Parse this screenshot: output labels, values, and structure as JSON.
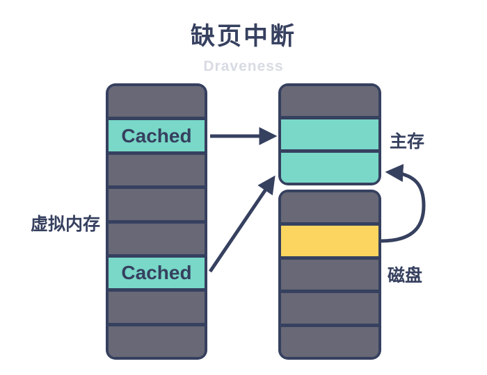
{
  "title": "缺页中断",
  "watermark": "Draveness",
  "cached_label": "Cached",
  "labels": {
    "virtual_memory": "虚拟内存",
    "main_memory": "主存",
    "disk": "磁盘"
  },
  "colors": {
    "navy": "#36405f",
    "frame_gray": "#686876",
    "page_teal": "#79d8c8",
    "pending_yellow": "#fbd55f",
    "watermark_gray": "#d8dbe3",
    "background": "#ffffff"
  },
  "columns": {
    "virtual_memory": {
      "rows": [
        "frame",
        "cached",
        "frame",
        "frame",
        "frame",
        "cached",
        "frame",
        "frame"
      ]
    },
    "main_memory": {
      "rows": [
        "frame",
        "page",
        "page"
      ]
    },
    "disk": {
      "rows": [
        "frame",
        "pending",
        "frame",
        "frame",
        "frame"
      ]
    }
  },
  "arrows": [
    {
      "name": "cached-top-to-main-memory",
      "style": "straight-horizontal"
    },
    {
      "name": "cached-bottom-to-main-memory",
      "style": "straight-diagonal"
    },
    {
      "name": "disk-to-main-memory",
      "style": "curved"
    }
  ]
}
